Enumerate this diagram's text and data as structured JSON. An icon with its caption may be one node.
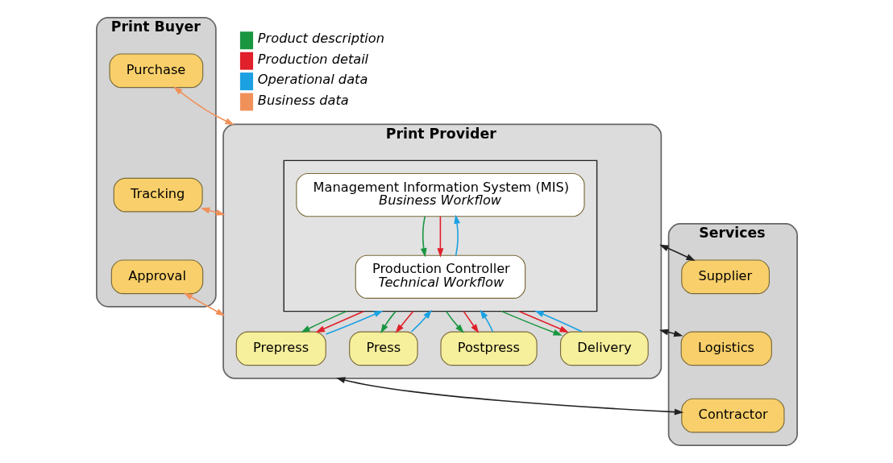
{
  "diagram": {
    "nodes": [
      {
        "text": [
          "Print Buyer"
        ]
      },
      {
        "text": [
          "Purchase"
        ],
        "in": 0
      },
      {
        "text": [
          "Tracking"
        ],
        "in": 0
      },
      {
        "text": [
          "Approval"
        ],
        "in": 0
      },
      {
        "text": [
          "Print Provider"
        ]
      },
      {
        "text": [],
        "shape": "box",
        "in": 4
      },
      {
        "text": [
          "Management Information System (MIS)",
          "Business Workflow"
        ],
        "in": 5
      },
      {
        "text": [
          "Production Controller",
          "Technical Workflow"
        ],
        "in": 5
      },
      {
        "text": [
          "Prepress"
        ],
        "in": 4
      },
      {
        "text": [
          "Press"
        ],
        "in": 4
      },
      {
        "text": [
          "Postpress"
        ],
        "in": 4
      },
      {
        "text": [
          "Delivery"
        ],
        "in": 4
      },
      {
        "text": [
          "Services"
        ]
      },
      {
        "text": [
          "Supplier"
        ],
        "in": 12
      },
      {
        "text": [
          "Logistics"
        ],
        "in": 12
      },
      {
        "text": [
          "Contractor"
        ],
        "in": 12
      }
    ],
    "edges": [
      {
        "from": 1,
        "to": 4,
        "arrow": "both",
        "color": "#f0915a"
      },
      {
        "from": 2,
        "to": 4,
        "arrow": "both",
        "color": "#f0915a"
      },
      {
        "from": 3,
        "to": 4,
        "arrow": "both",
        "color": "#f0915a"
      },
      {
        "from": 4,
        "to": 13,
        "arrow": "both",
        "color": "#222222"
      },
      {
        "from": 4,
        "to": 14,
        "arrow": "both",
        "color": "#222222"
      },
      {
        "from": 4,
        "to": 15,
        "arrow": "both",
        "color": "#222222"
      },
      {
        "from": 6,
        "to": 7,
        "arrow": "to",
        "color": "#1a9641"
      },
      {
        "from": 6,
        "to": 7,
        "arrow": "to",
        "color": "#e0202a"
      },
      {
        "from": 7,
        "to": 6,
        "arrow": "to",
        "color": "#1ba1e2"
      },
      {
        "from": 5,
        "to": 8,
        "arrow": "to",
        "color": "#1a9641"
      },
      {
        "from": 5,
        "to": 8,
        "arrow": "to",
        "color": "#e0202a"
      },
      {
        "from": 8,
        "to": 5,
        "arrow": "to",
        "color": "#1ba1e2"
      },
      {
        "from": 5,
        "to": 9,
        "arrow": "to",
        "color": "#1a9641"
      },
      {
        "from": 5,
        "to": 9,
        "arrow": "to",
        "color": "#e0202a"
      },
      {
        "from": 9,
        "to": 5,
        "arrow": "to",
        "color": "#1ba1e2"
      },
      {
        "from": 5,
        "to": 10,
        "arrow": "to",
        "color": "#1a9641"
      },
      {
        "from": 5,
        "to": 10,
        "arrow": "to",
        "color": "#e0202a"
      },
      {
        "from": 10,
        "to": 5,
        "arrow": "to",
        "color": "#1ba1e2"
      },
      {
        "from": 5,
        "to": 11,
        "arrow": "to",
        "color": "#1a9641"
      },
      {
        "from": 5,
        "to": 11,
        "arrow": "to",
        "color": "#e0202a"
      },
      {
        "from": 11,
        "to": 5,
        "arrow": "to",
        "color": "#1ba1e2"
      }
    ],
    "legend": [
      {
        "text": "Product description",
        "color": "#1a9641"
      },
      {
        "text": "Production detail",
        "color": "#e0202a"
      },
      {
        "text": "Operational data",
        "color": "#1ba1e2"
      },
      {
        "text": "Business data",
        "color": "#f0915a"
      }
    ]
  }
}
